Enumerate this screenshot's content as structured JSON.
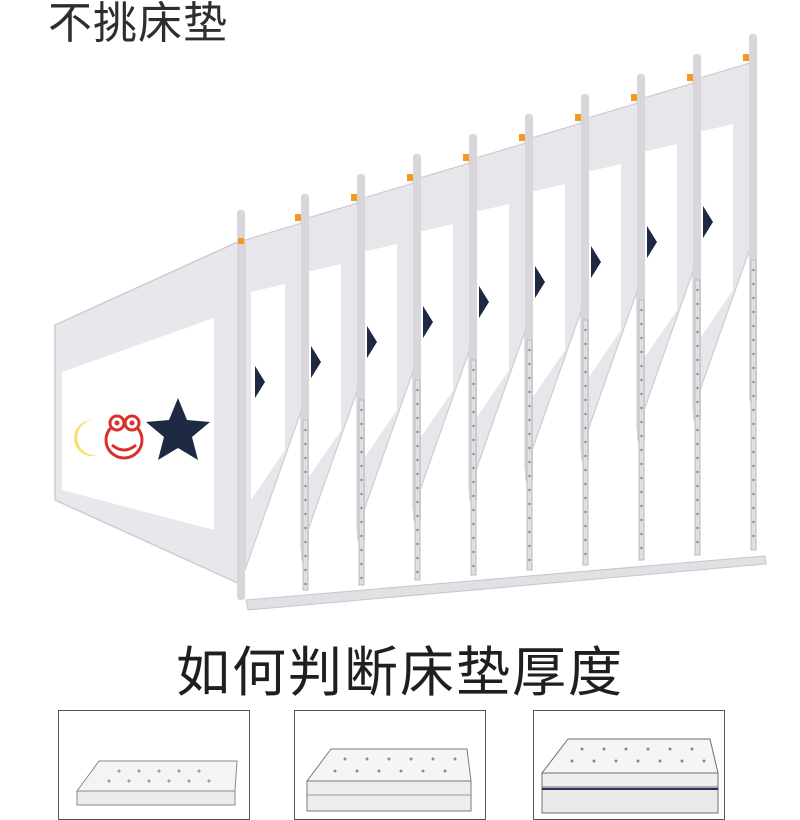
{
  "headline": "不挑床垫",
  "subheadline": "如何判断床垫厚度",
  "illustration": {
    "panel_count": 9,
    "panel_color": "#e8e6ea",
    "edge_color": "#cfccd2",
    "star_color": "#1e2a44",
    "moon_color": "#f5e06b",
    "frog_color": "#d9302b",
    "accent_color": "#f39a1e",
    "icons": [
      "moon-icon",
      "frog-icon",
      "star-icon"
    ]
  },
  "mattress_examples": [
    {
      "name": "thin-mattress",
      "layers": 1
    },
    {
      "name": "medium-mattress",
      "layers": 2
    },
    {
      "name": "pillow-top-mattress",
      "layers": 3
    }
  ]
}
